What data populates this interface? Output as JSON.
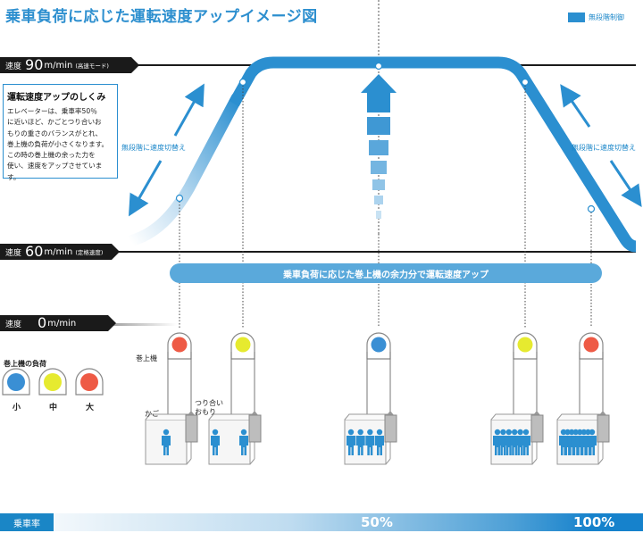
{
  "title": "乗車負荷に応じた運転速度アップイメージ図",
  "legend": {
    "label": "無段階制御",
    "color": "#2b8fd0"
  },
  "speed_tags": {
    "high": {
      "label": "速度",
      "value": "90",
      "unit": "m/min",
      "note": "(高速モード)"
    },
    "rated": {
      "label": "速度",
      "value": "60",
      "unit": "m/min",
      "note": "(定格速度)"
    },
    "zero": {
      "label": "速度",
      "value": "0",
      "unit": "m/min",
      "note": ""
    }
  },
  "info_box": {
    "title": "運転速度アップのしくみ",
    "lines": [
      "エレベーターは、乗車率50％",
      "に近いほど、かごとつり合いお",
      "もりの重さのバランスがとれ、",
      "巻上機の負荷が小さくなります。",
      "この時の巻上機の余った力を",
      "使い、速度をアップさせています。"
    ]
  },
  "switch_label_left": "無段階に速度切替え",
  "switch_label_right": "無段階に速度切替え",
  "band_text": "乗車負荷に応じた巻上機の余力分で運転速度アップ",
  "labels": {
    "hoist": "巻上機",
    "car": "かご",
    "counterweight_1": "つり合い",
    "counterweight_2": "おもり"
  },
  "hoist_load": {
    "title": "巻上機の負荷",
    "items": [
      {
        "label": "小",
        "color": "#3a8fd4"
      },
      {
        "label": "中",
        "color": "#e6ea2f"
      },
      {
        "label": "大",
        "color": "#ee5a45"
      }
    ]
  },
  "elevators": [
    {
      "load_color": "#ee5a45",
      "people": 1
    },
    {
      "load_color": "#e6ea2f",
      "people": 2
    },
    {
      "load_color": "#3a8fd4",
      "people": 4
    },
    {
      "load_color": "#e6ea2f",
      "people": 6
    },
    {
      "load_color": "#ee5a45",
      "people": 8
    }
  ],
  "bottom_bar": {
    "label": "乗車率",
    "p50": "50%",
    "p100": "100%"
  },
  "colors": {
    "accent": "#2b8fd0",
    "light_accent": "#5aa9db",
    "dark": "#1a1a1a"
  }
}
